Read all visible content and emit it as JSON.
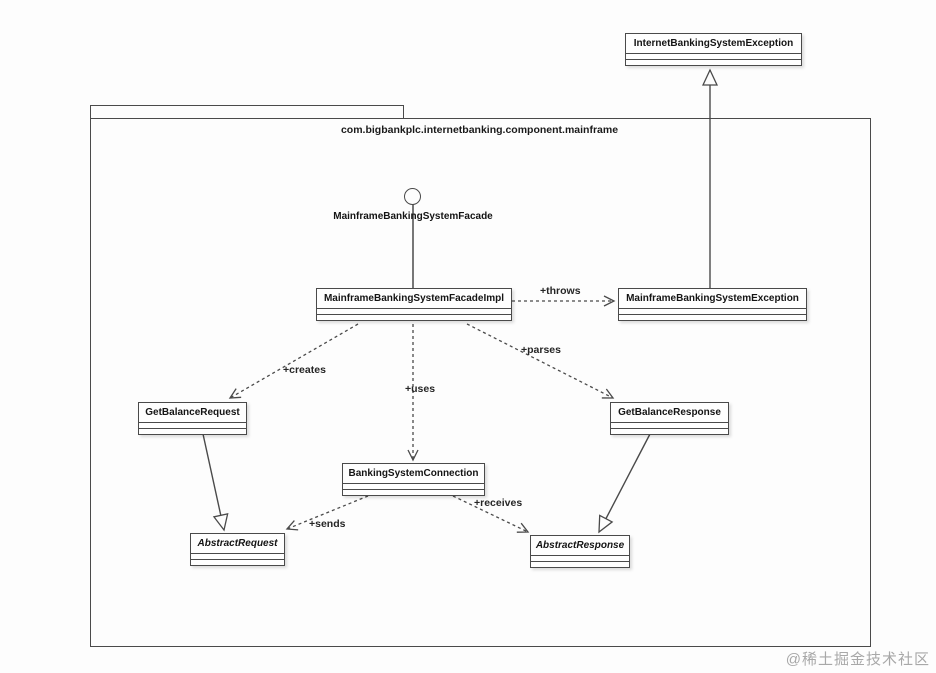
{
  "diagram": {
    "package": {
      "name": "com.bigbankplc.internetbanking.component.mainframe"
    },
    "interface": {
      "name": "MainframeBankingSystemFacade"
    },
    "classes": [
      {
        "name": "InternetBankingSystemException",
        "abstract": false
      },
      {
        "name": "MainframeBankingSystemFacadeImpl",
        "abstract": false
      },
      {
        "name": "MainframeBankingSystemException",
        "abstract": false
      },
      {
        "name": "GetBalanceRequest",
        "abstract": false
      },
      {
        "name": "GetBalanceResponse",
        "abstract": false
      },
      {
        "name": "BankingSystemConnection",
        "abstract": false
      },
      {
        "name": "AbstractRequest",
        "abstract": true
      },
      {
        "name": "AbstractResponse",
        "abstract": true
      }
    ],
    "relationships": [
      {
        "from": "MainframeBankingSystemFacadeImpl",
        "to": "MainframeBankingSystemException",
        "type": "dependency",
        "label": "+throws"
      },
      {
        "from": "MainframeBankingSystemFacadeImpl",
        "to": "GetBalanceRequest",
        "type": "dependency",
        "label": "+creates"
      },
      {
        "from": "MainframeBankingSystemFacadeImpl",
        "to": "BankingSystemConnection",
        "type": "dependency",
        "label": "+uses"
      },
      {
        "from": "MainframeBankingSystemFacadeImpl",
        "to": "GetBalanceResponse",
        "type": "dependency",
        "label": "+parses"
      },
      {
        "from": "BankingSystemConnection",
        "to": "AbstractRequest",
        "type": "dependency",
        "label": "+sends"
      },
      {
        "from": "BankingSystemConnection",
        "to": "AbstractResponse",
        "type": "dependency",
        "label": "+receives"
      },
      {
        "from": "MainframeBankingSystemException",
        "to": "InternetBankingSystemException",
        "type": "generalization",
        "label": ""
      },
      {
        "from": "GetBalanceRequest",
        "to": "AbstractRequest",
        "type": "generalization",
        "label": ""
      },
      {
        "from": "GetBalanceResponse",
        "to": "AbstractResponse",
        "type": "generalization",
        "label": ""
      },
      {
        "from": "MainframeBankingSystemFacadeImpl",
        "to": "MainframeBankingSystemFacade",
        "type": "realization",
        "label": ""
      }
    ],
    "colors": {
      "line": "#4a4a4a",
      "text": "#1a1a1a",
      "background": "#fdfdfd",
      "watermark": "#a8a8a8"
    }
  },
  "watermark": "@稀土掘金技术社区"
}
